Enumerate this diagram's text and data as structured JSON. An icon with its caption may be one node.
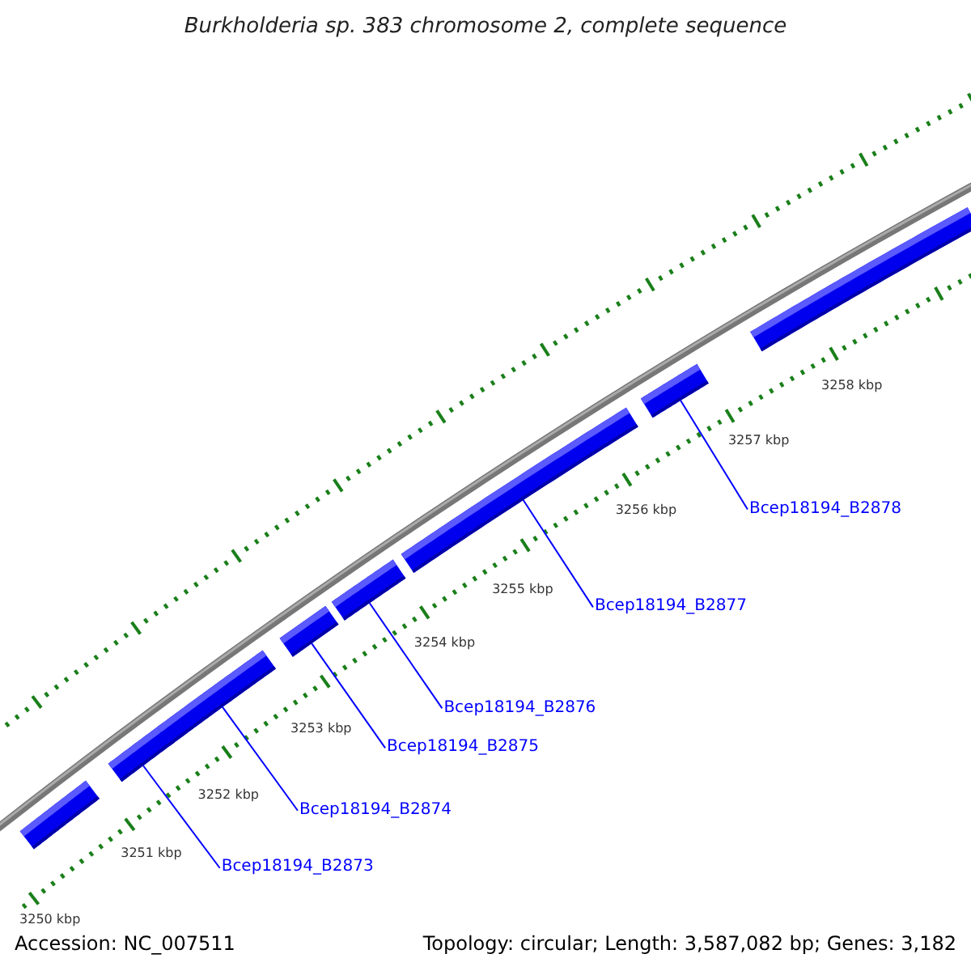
{
  "diagram": {
    "title": "Burkholderia sp. 383 chromosome 2, complete sequence",
    "nodes": [
      {
        "text": [],
        "shape": "bar"
      },
      {
        "text": [],
        "shape": "bar"
      },
      {
        "text": [],
        "shape": "bar"
      },
      {
        "text": [],
        "shape": "bar"
      },
      {
        "text": [],
        "shape": "bar"
      },
      {
        "text": [],
        "shape": "bar"
      },
      {
        "text": [],
        "shape": "bar"
      },
      {
        "text": [],
        "shape": "bar"
      },
      {
        "text": [
          "Bcep18194_B2873"
        ]
      },
      {
        "text": [
          "Bcep18194_B2874"
        ]
      },
      {
        "text": [
          "Bcep18194_B2875"
        ]
      },
      {
        "text": [
          "Bcep18194_B2876"
        ]
      },
      {
        "text": [
          "Bcep18194_B2877"
        ]
      },
      {
        "text": [
          "Bcep18194_B2878"
        ]
      }
    ],
    "edges": [
      {
        "from": 8,
        "to": 1,
        "arrow": "none"
      },
      {
        "from": 9,
        "to": 2,
        "arrow": "none"
      },
      {
        "from": 10,
        "to": 3,
        "arrow": "none"
      },
      {
        "from": 11,
        "to": 4,
        "arrow": "none"
      },
      {
        "from": 12,
        "to": 5,
        "arrow": "none"
      },
      {
        "from": 13,
        "to": 6,
        "arrow": "none"
      }
    ],
    "labels": [
      "3250 kbp",
      "3251 kbp",
      "3252 kbp",
      "3253 kbp",
      "3254 kbp",
      "3255 kbp",
      "3256 kbp",
      "3257 kbp",
      "3258 kbp",
      "Accession: NC_007511",
      "Topology: circular; Length: 3,587,082 bp; Genes: 3,182"
    ]
  }
}
